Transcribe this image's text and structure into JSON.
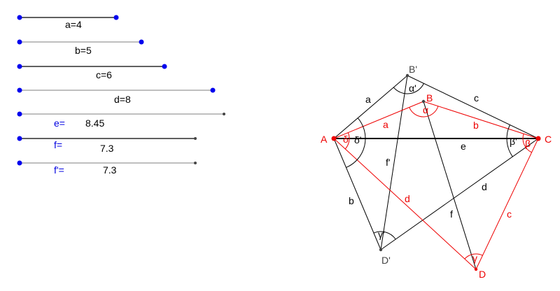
{
  "colors": {
    "slider_point": "#0000ee",
    "red": "#ee0000",
    "black": "#000000",
    "gray_point": "#444444",
    "value_label": "#0000e0"
  },
  "sliders": [
    {
      "name": "a",
      "label": "a=4",
      "value": 4
    },
    {
      "name": "b",
      "label": "b=5",
      "value": 5
    },
    {
      "name": "c",
      "label": "c=6",
      "value": 6
    },
    {
      "name": "d",
      "label": "d=8",
      "value": 8
    },
    {
      "name": "e",
      "label": "e=",
      "value_text": "8.45",
      "value": 8.45
    },
    {
      "name": "f",
      "label": "f=",
      "value_text": "7.3",
      "value": 7.3
    },
    {
      "name": "f_prime",
      "label": "f'=",
      "value_text": "7.3",
      "value": 7.3
    }
  ],
  "points": {
    "A": "A",
    "B": "B",
    "C": "C",
    "D": "D",
    "B_prime": "B'",
    "D_prime": "D'"
  },
  "segment_labels": {
    "red_a": "a",
    "red_b": "b",
    "red_c": "c",
    "red_d": "d",
    "black_a": "a",
    "black_b": "b",
    "black_c": "c",
    "black_d": "d",
    "e": "e",
    "f": "f",
    "f_prime": "f'"
  },
  "angles": {
    "alpha": "α",
    "beta": "β",
    "gamma": "γ",
    "delta": "δ",
    "alpha_p": "α'",
    "beta_p": "β'",
    "gamma_p": "γ'",
    "delta_p": "δ'"
  }
}
